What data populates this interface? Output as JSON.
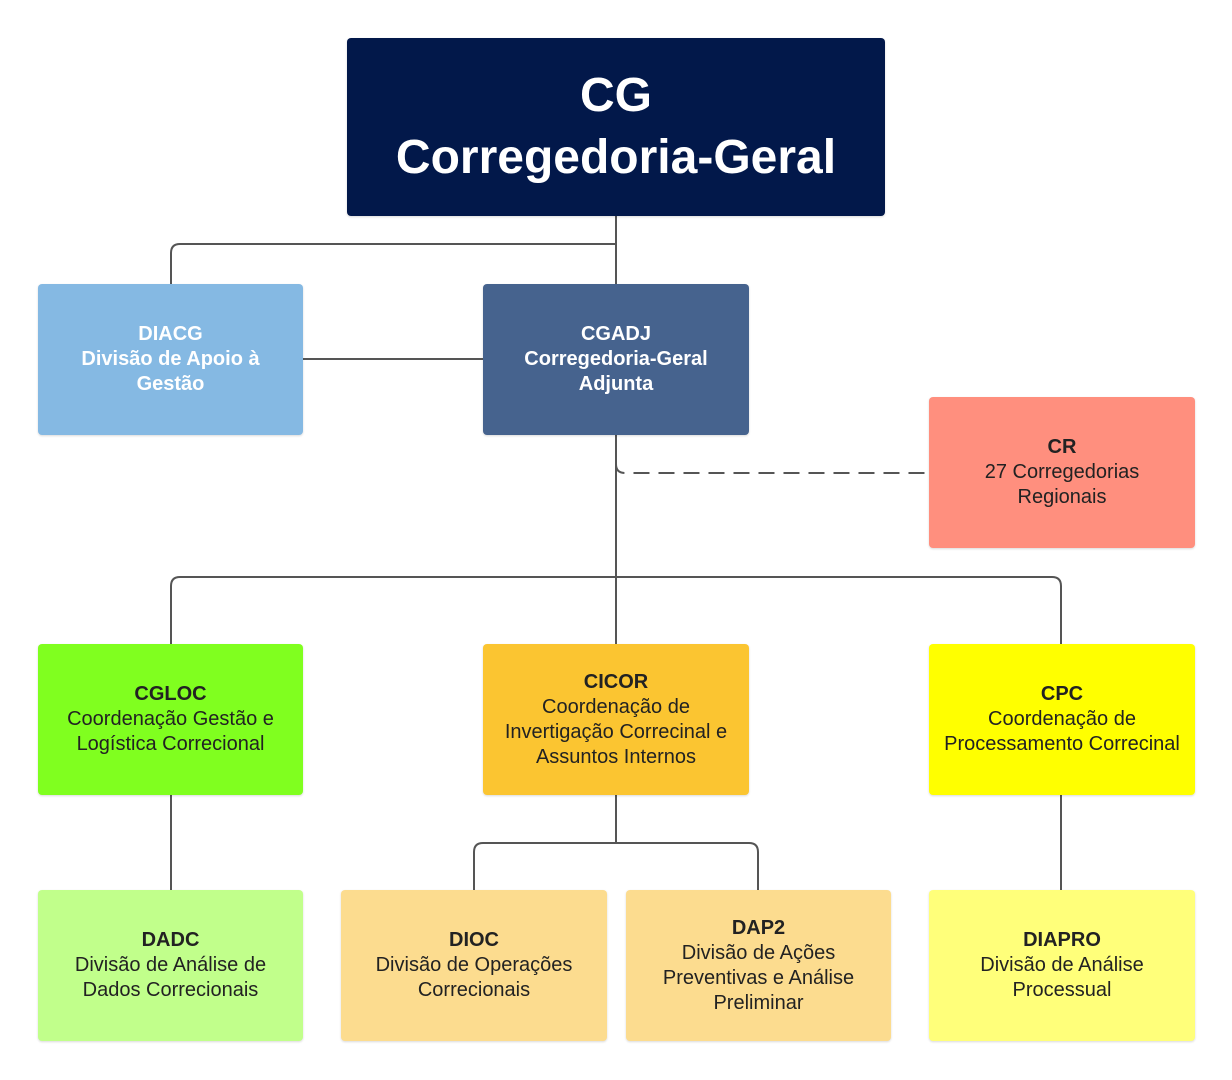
{
  "nodes": {
    "cg": {
      "code": "CG",
      "name": "Corregedoria-Geral",
      "color": "#02184a"
    },
    "diacg": {
      "code": "DIACG",
      "name": "Divisão de Apoio à\nGestão",
      "color": "#85b9e3"
    },
    "cgadj": {
      "code": "CGADJ",
      "name": "Corregedoria-Geral\nAdjunta",
      "color": "#46638e"
    },
    "cr": {
      "code": "CR",
      "name": "27 Corregedorias\nRegionais",
      "color": "#ff8f7e"
    },
    "cgloc": {
      "code": "CGLOC",
      "name": "Coordenação Gestão  e\nLogística Correcional",
      "color": "#80ff1f"
    },
    "cicor": {
      "code": "CICOR",
      "name": "Coordenação de\nInvertigação Correcinal e\nAssuntos Internos",
      "color": "#fbc531"
    },
    "cpc": {
      "code": "CPC",
      "name": "Coordenação de\nProcessamento Correcinal",
      "color": "#ffff00"
    },
    "dadc": {
      "code": "DADC",
      "name": "Divisão de Análise de\nDados Correcionais",
      "color": "#c1ff8b"
    },
    "dioc": {
      "code": "DIOC",
      "name": "Divisão de Operações\nCorrecionais",
      "color": "#fcdc8f"
    },
    "dap2": {
      "code": "DAP2",
      "name": "Divisão de Ações\nPreventivas e Análise\nPreliminar",
      "color": "#fcdc8f"
    },
    "diapro": {
      "code": "DIAPRO",
      "name": "Divisão de Análise\nProcessual",
      "color": "#ffff7a"
    }
  },
  "connector_color": "#555555"
}
